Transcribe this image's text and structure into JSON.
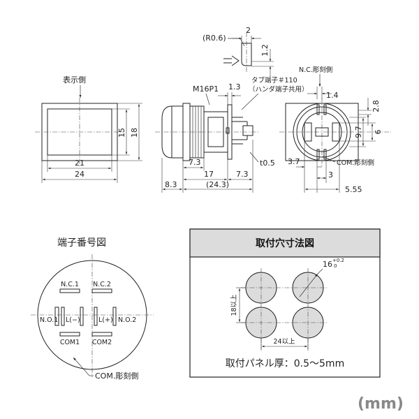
{
  "views": {
    "front": {
      "label": "表示側",
      "dims": {
        "w_inner": "21",
        "w_outer": "24",
        "h_inner": "15",
        "h_outer": "18"
      }
    },
    "side": {
      "thread": "M16P1",
      "tab_line1": "タブ端子＃110",
      "tab_line2": "（ハンダ端子共用）",
      "dims": {
        "d13": "1.3",
        "d73a": "7.3",
        "d17": "17",
        "d73b": "7.3",
        "d83": "8.3",
        "d243": "(24.3)",
        "t05": "t0.5"
      }
    },
    "detail": {
      "r": "(R0.6)",
      "d2": "2",
      "d12": "1.2"
    },
    "rear": {
      "nc_label": "N.C.彫刻側",
      "com_label": "COM.彫刻側",
      "dims": {
        "d14": "1.4",
        "d28": "2.8",
        "d97": "9.7",
        "d6": "6",
        "d37": "3.7",
        "d3": "3",
        "d555": "5.55"
      }
    }
  },
  "terminal": {
    "title": "端子番号図",
    "nc1": "N.C.1",
    "nc2": "N.C.2",
    "no1": "N.O.1",
    "no2": "N.O.2",
    "lm": "L(−)",
    "lp": "L(+)",
    "com1": "COM1",
    "com2": "COM2",
    "com_side": "COM.彫刻側"
  },
  "mounting": {
    "title": "取付穴寸法図",
    "hole": "16",
    "tol_upper": "+0.2",
    "tol_lower": "0",
    "v_pitch": "18以上",
    "h_pitch": "24以上",
    "panel": "取付パネル厚：0.5〜5mm"
  },
  "unit": "(mm)"
}
